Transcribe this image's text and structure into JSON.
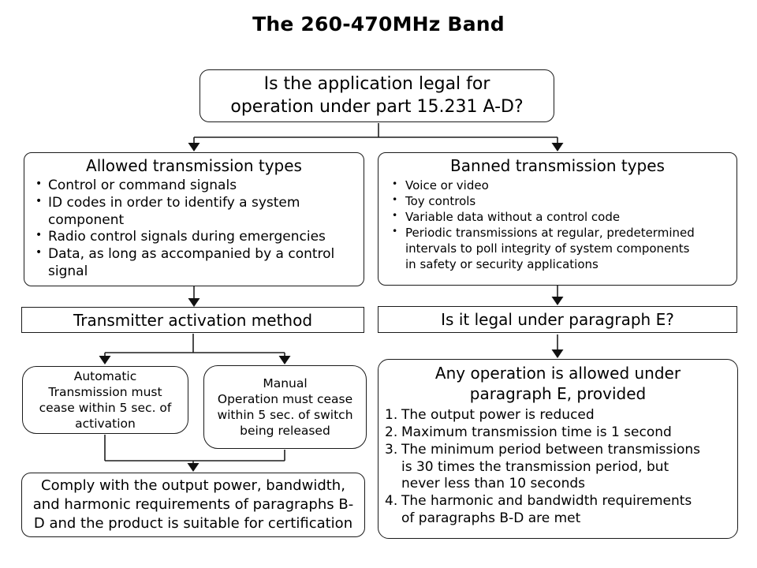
{
  "title": "The 260-470MHz Band",
  "top_question": {
    "text": "Is the application legal for\noperation under part 15.231 A-D?"
  },
  "allowed": {
    "title": "Allowed transmission types",
    "items": [
      "Control or command signals",
      "ID codes in order to identify a system\ncomponent",
      "Radio control signals during emergencies",
      "Data, as long as accompanied by a control\nsignal"
    ]
  },
  "banned": {
    "title": "Banned transmission types",
    "items": [
      "Voice or video",
      "Toy controls",
      "Variable data without a control code",
      "Periodic transmissions at regular, predetermined\nintervals to poll integrity of system components\nin safety or security applications"
    ]
  },
  "activation": {
    "text": "Transmitter activation method"
  },
  "legal_e": {
    "text": "Is it legal under paragraph E?"
  },
  "automatic": {
    "title": "Automatic",
    "body": "Transmission must\ncease within 5 sec. of\nactivation"
  },
  "manual": {
    "title": "Manual",
    "body": "Operation must cease\nwithin 5 sec. of switch\nbeing released"
  },
  "comply": {
    "text": "Comply with the output power, bandwidth,\nand harmonic requirements of paragraphs B-\nD and the product is suitable for certification"
  },
  "paragraph_e": {
    "title": "Any operation is allowed under\nparagraph E, provided",
    "items": [
      "The output power is reduced",
      "Maximum transmission time is 1 second",
      "The minimum period between transmissions\nis 30 times the transmission period, but\nnever less than 10 seconds",
      "The harmonic and bandwidth requirements\nof paragraphs B-D are met"
    ]
  },
  "colors": {
    "background": "#ffffff",
    "border": "#1a1a1a",
    "text": "#000000"
  }
}
